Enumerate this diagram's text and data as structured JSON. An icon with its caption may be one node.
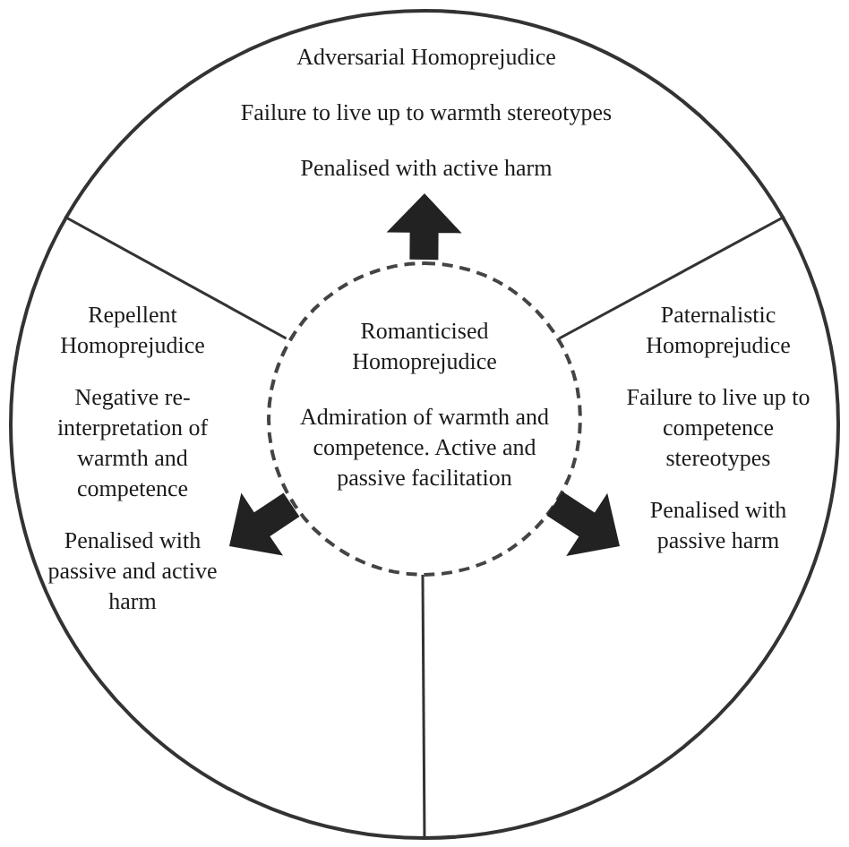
{
  "diagram": {
    "nodes": [
      {
        "text": [],
        "shape": "circle"
      },
      {
        "text": [
          "Adversarial Homoprejudice",
          "Failure to live up to warmth stereotypes",
          "Penalised with active harm"
        ],
        "in": 0
      },
      {
        "text": [
          "Repellent Homoprejudice",
          "Negative re-interpretation of warmth and competence",
          "Penalised with passive and active harm"
        ],
        "in": 0
      },
      {
        "text": [
          "Paternalistic Homoprejudice",
          "Failure to live up to competence stereotypes",
          "Penalised with passive harm"
        ],
        "in": 0
      },
      {
        "text": [
          "Romanticised Homoprejudice",
          "Admiration of warmth and competence. Active and passive facilitation"
        ],
        "in": 0
      }
    ],
    "edges": [
      {
        "from": 4,
        "to": 1,
        "arrow": "to",
        "style": "thick"
      },
      {
        "from": 4,
        "to": 2,
        "arrow": "to",
        "style": "thick"
      },
      {
        "from": 4,
        "to": 3,
        "arrow": "to",
        "style": "thick"
      }
    ]
  }
}
